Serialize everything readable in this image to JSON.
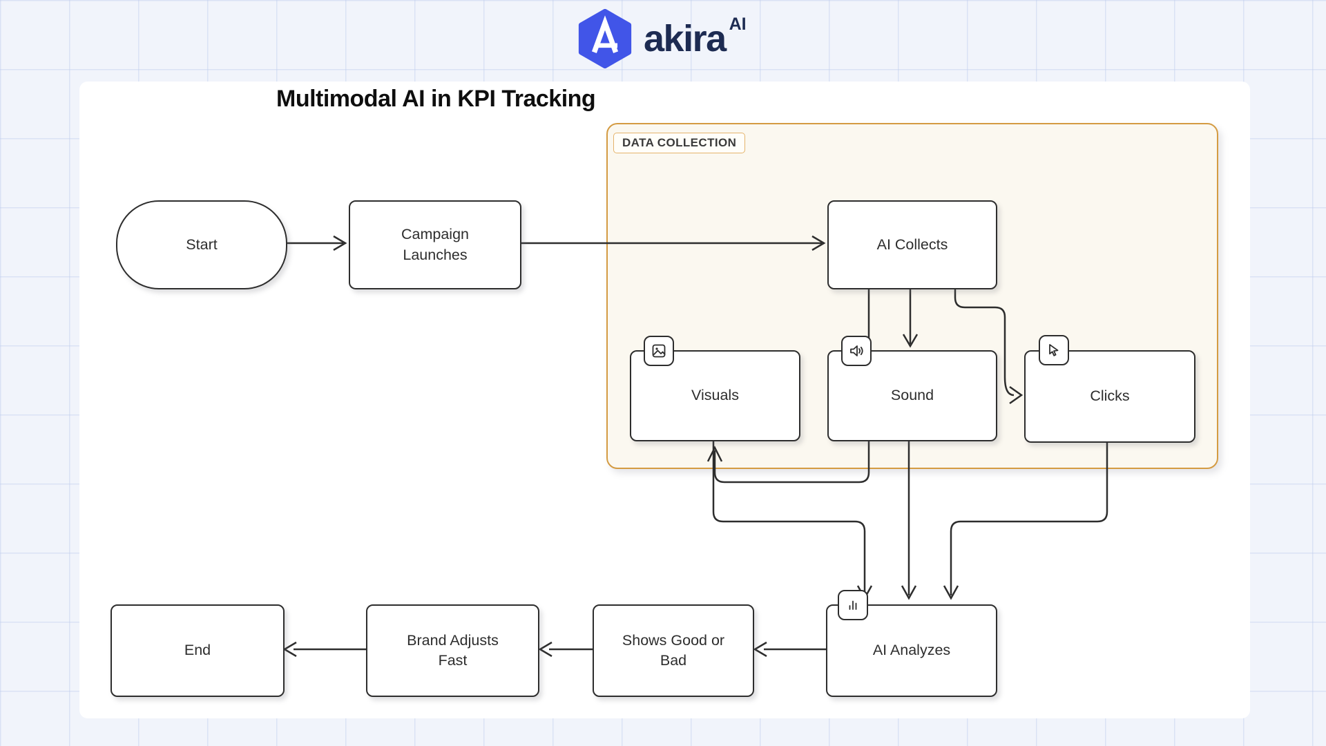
{
  "header": {
    "logo": {
      "brand": "akira",
      "superscript": "AI",
      "hexagon_color": "#4155e8",
      "text_color": "#1d2b52"
    }
  },
  "diagram": {
    "title": "Multimodal AI in KPI Tracking",
    "group": {
      "label": "DATA COLLECTION",
      "border_color": "#d49b42",
      "fill_color": "#fbf8f0"
    },
    "nodes": {
      "start": {
        "label": "Start",
        "shape": "stadium"
      },
      "campaign": {
        "label": "Campaign Launches",
        "shape": "rect"
      },
      "collects": {
        "label": "AI Collects",
        "shape": "rect"
      },
      "visuals": {
        "label": "Visuals",
        "shape": "rect",
        "icon": "image-icon"
      },
      "sound": {
        "label": "Sound",
        "shape": "rect",
        "icon": "speaker-icon"
      },
      "clicks": {
        "label": "Clicks",
        "shape": "rect",
        "icon": "cursor-icon"
      },
      "analyzes": {
        "label": "AI Analyzes",
        "shape": "rect",
        "icon": "bar-chart-icon"
      },
      "shows": {
        "label": "Shows Good or Bad",
        "shape": "rect"
      },
      "brand": {
        "label": "Brand Adjusts Fast",
        "shape": "rect"
      },
      "end": {
        "label": "End",
        "shape": "rect"
      }
    },
    "edges": [
      {
        "from": "Start",
        "to": "Campaign Launches"
      },
      {
        "from": "Campaign Launches",
        "to": "AI Collects"
      },
      {
        "from": "AI Collects",
        "to": "Visuals"
      },
      {
        "from": "AI Collects",
        "to": "Sound"
      },
      {
        "from": "AI Collects",
        "to": "Clicks"
      },
      {
        "from": "Visuals",
        "to": "AI Analyzes"
      },
      {
        "from": "Sound",
        "to": "AI Analyzes"
      },
      {
        "from": "Clicks",
        "to": "AI Analyzes"
      },
      {
        "from": "AI Analyzes",
        "to": "Shows Good or Bad"
      },
      {
        "from": "Shows Good or Bad",
        "to": "Brand Adjusts Fast"
      },
      {
        "from": "Brand Adjusts Fast",
        "to": "End"
      }
    ],
    "colors": {
      "node_border": "#2d2d2d",
      "arrow": "#2d2d2d",
      "title_text": "#0e0e0e",
      "page_background": "#f1f4fb",
      "panel_background": "#ffffff"
    }
  }
}
